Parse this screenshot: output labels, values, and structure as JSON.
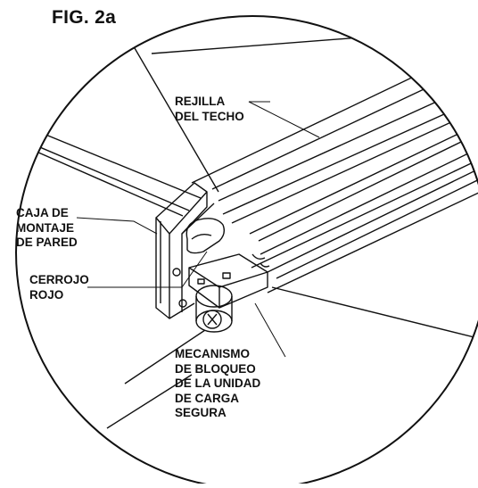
{
  "figure": {
    "title": "FIG. 2a",
    "labels": {
      "ceiling_grid": [
        "REJILLA",
        "DEL TECHO"
      ],
      "wall_box": [
        "CAJA DE",
        "MONTAJE",
        "DE PARED"
      ],
      "red_latch": [
        "CERROJO",
        "ROJO"
      ],
      "lock_mechanism": [
        "MECANISMO",
        "DE BLOQUEO",
        "DE LA UNIDAD",
        "DE CARGA",
        "SEGURA"
      ]
    }
  },
  "colors": {
    "line": "#111111",
    "background": "#ffffff"
  }
}
